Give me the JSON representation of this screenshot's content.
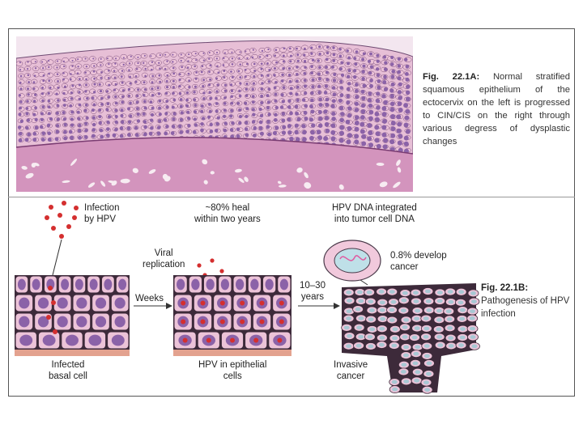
{
  "panel_a": {
    "fig_label": "Fig. 22.1A:",
    "caption": "Normal stratified squamous epithelium of the ectocervix on the left is progressed to CIN/CIS on the right through various degress of dysplastic changes"
  },
  "panel_b": {
    "infection_label": [
      "Infection",
      "by HPV"
    ],
    "heal_label": [
      "~80% heal",
      "within two years"
    ],
    "integrated_label": [
      "HPV DNA integrated",
      "into tumor cell DNA"
    ],
    "viral_label": [
      "Viral",
      "replication"
    ],
    "develop_label": [
      "0.8% develop",
      "cancer"
    ],
    "weeks_label": "Weeks",
    "years_label": [
      "10–30",
      "years"
    ],
    "infected_label": [
      "Infected",
      "basal cell"
    ],
    "epithelial_label": [
      "HPV in epithelial",
      "cells"
    ],
    "invasive_label": [
      "Invasive",
      "cancer"
    ],
    "fig_label": "Fig. 22.1B:",
    "caption": "Pathogenesis of HPV infection"
  },
  "colors": {
    "cell_pink": "#ecc3d8",
    "nucleus_purple": "#8b62a8",
    "stroma": "#cf8fb7",
    "virus_red": "#d42f2f",
    "tumor_blue": "#a8c8d4"
  }
}
